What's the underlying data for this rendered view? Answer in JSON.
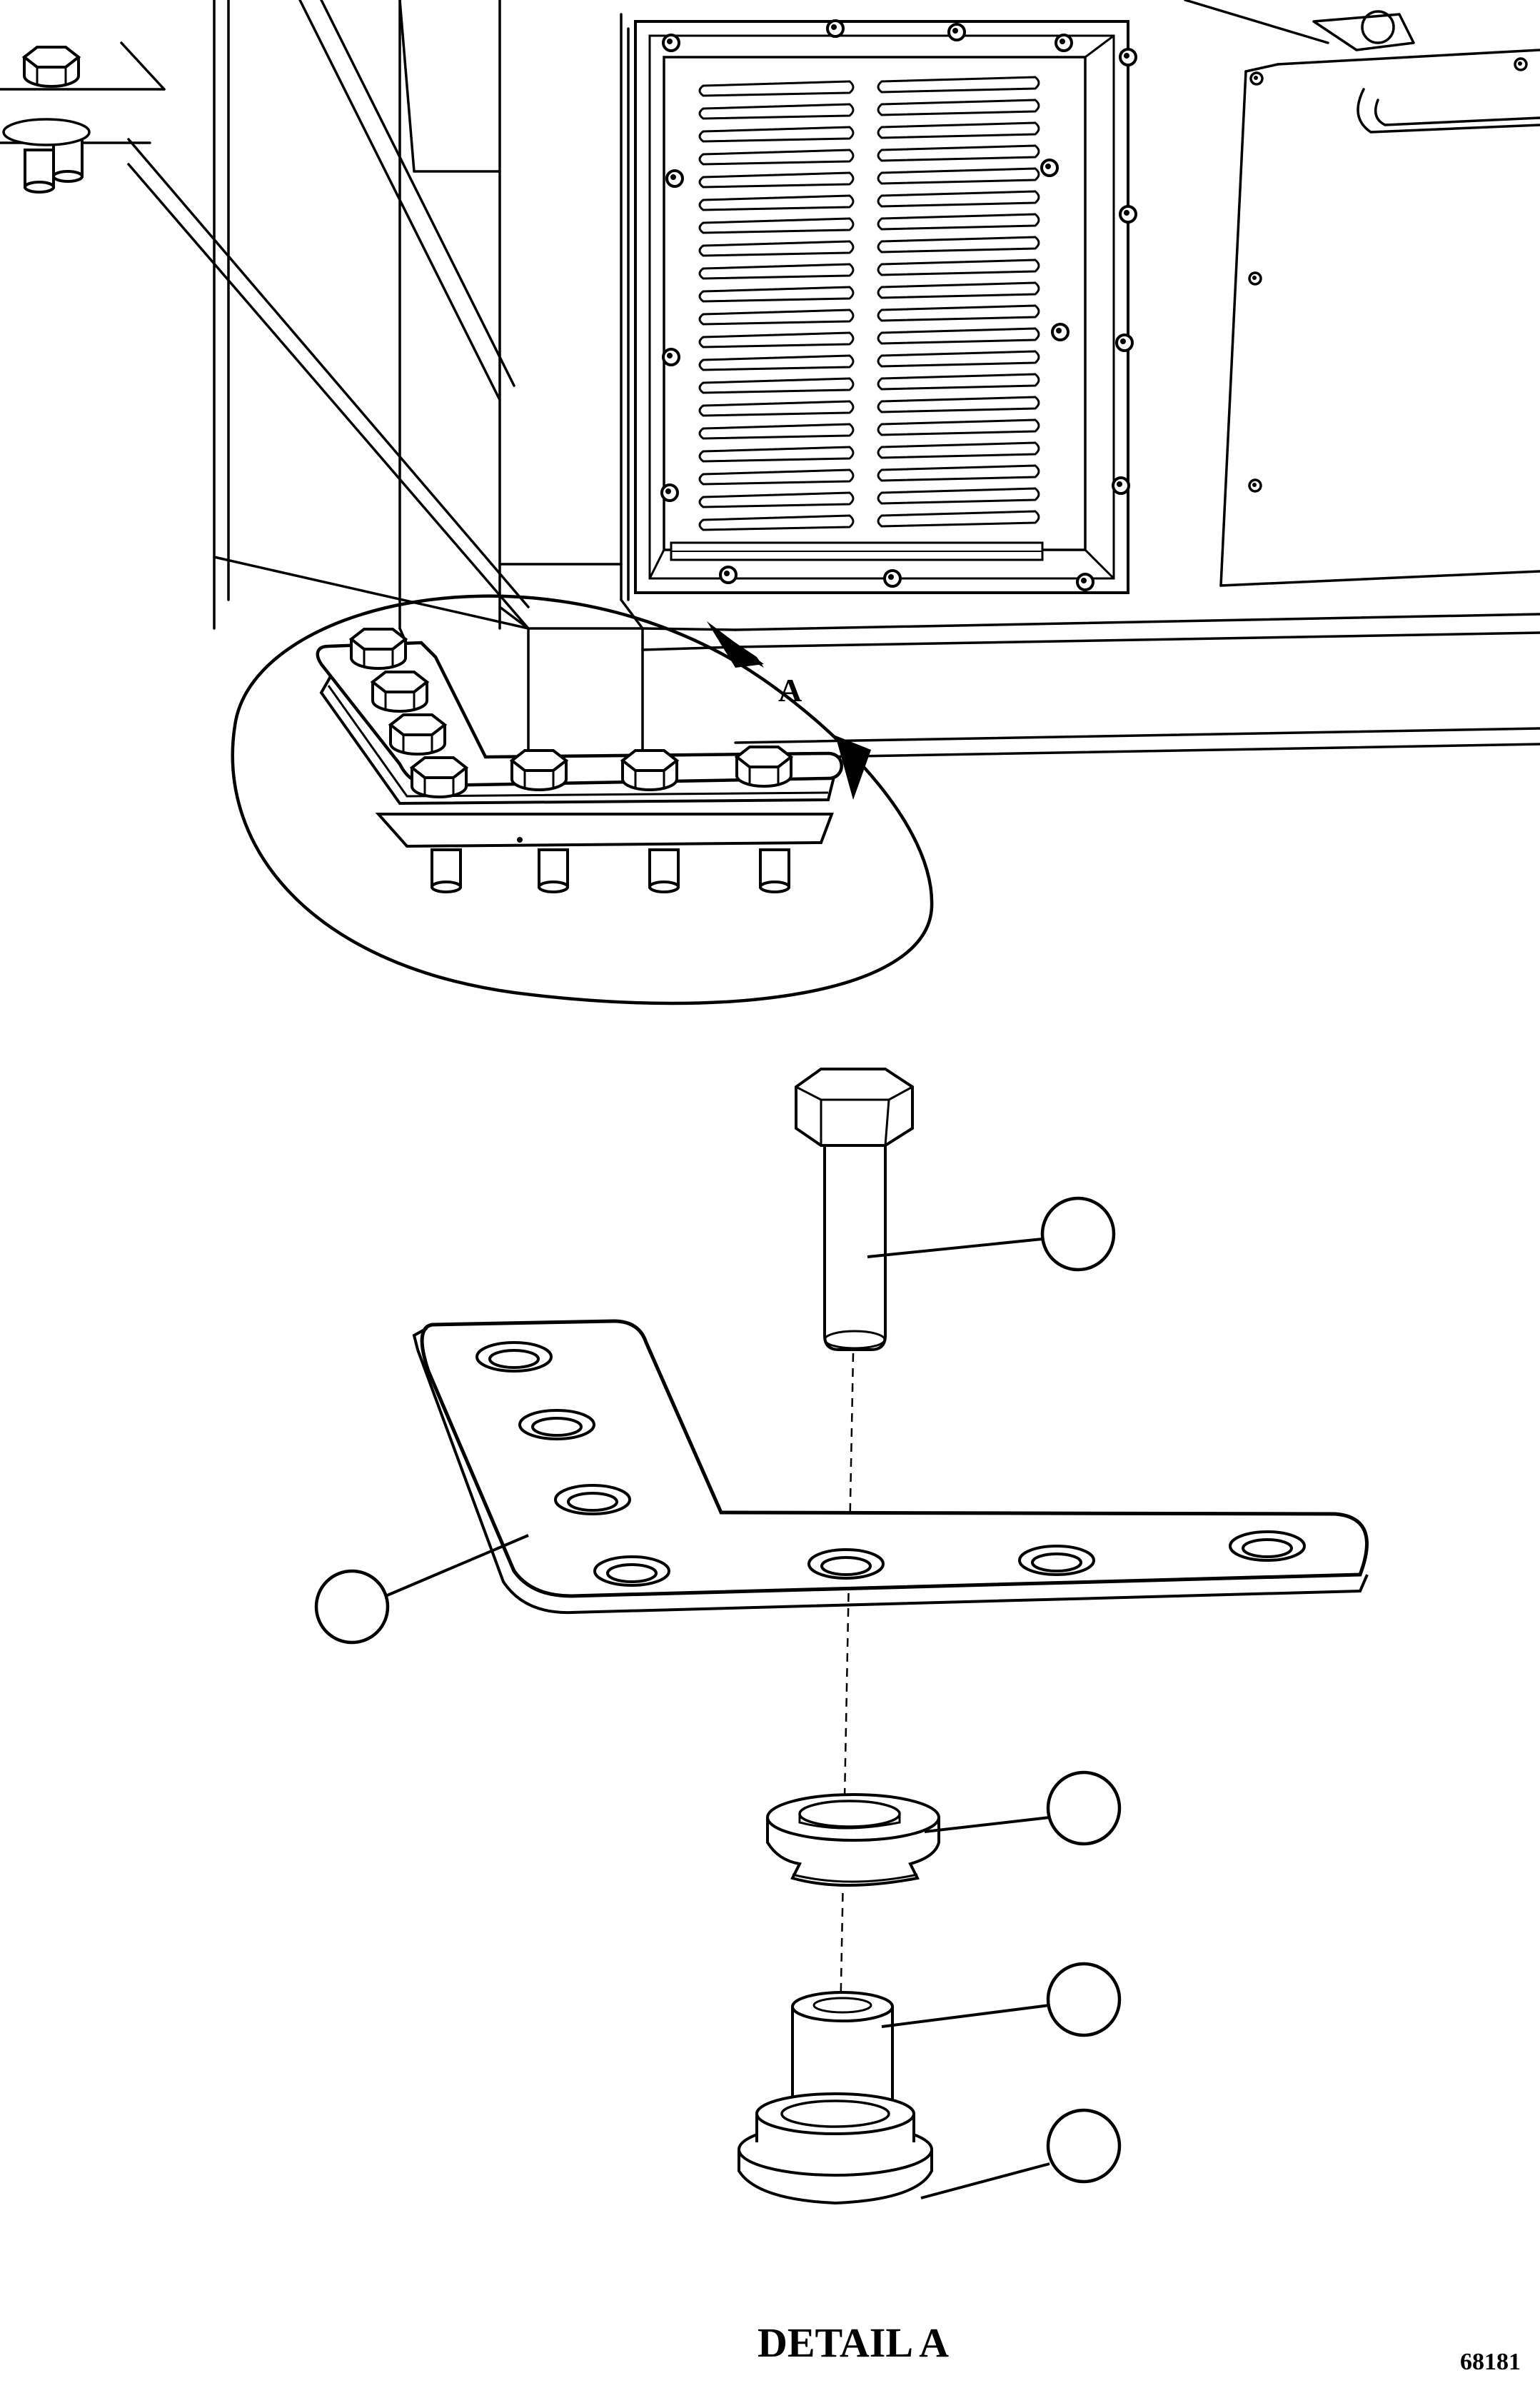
{
  "detail_marker": {
    "letter": "A"
  },
  "detail_title": "DETAIL A",
  "figure_number": "68181",
  "callouts": [
    {
      "part": "capscrew",
      "text": ""
    },
    {
      "part": "mounting-plate",
      "text": ""
    },
    {
      "part": "upper-isolator",
      "text": ""
    },
    {
      "part": "sleeve",
      "text": ""
    },
    {
      "part": "lower-isolator",
      "text": ""
    }
  ]
}
